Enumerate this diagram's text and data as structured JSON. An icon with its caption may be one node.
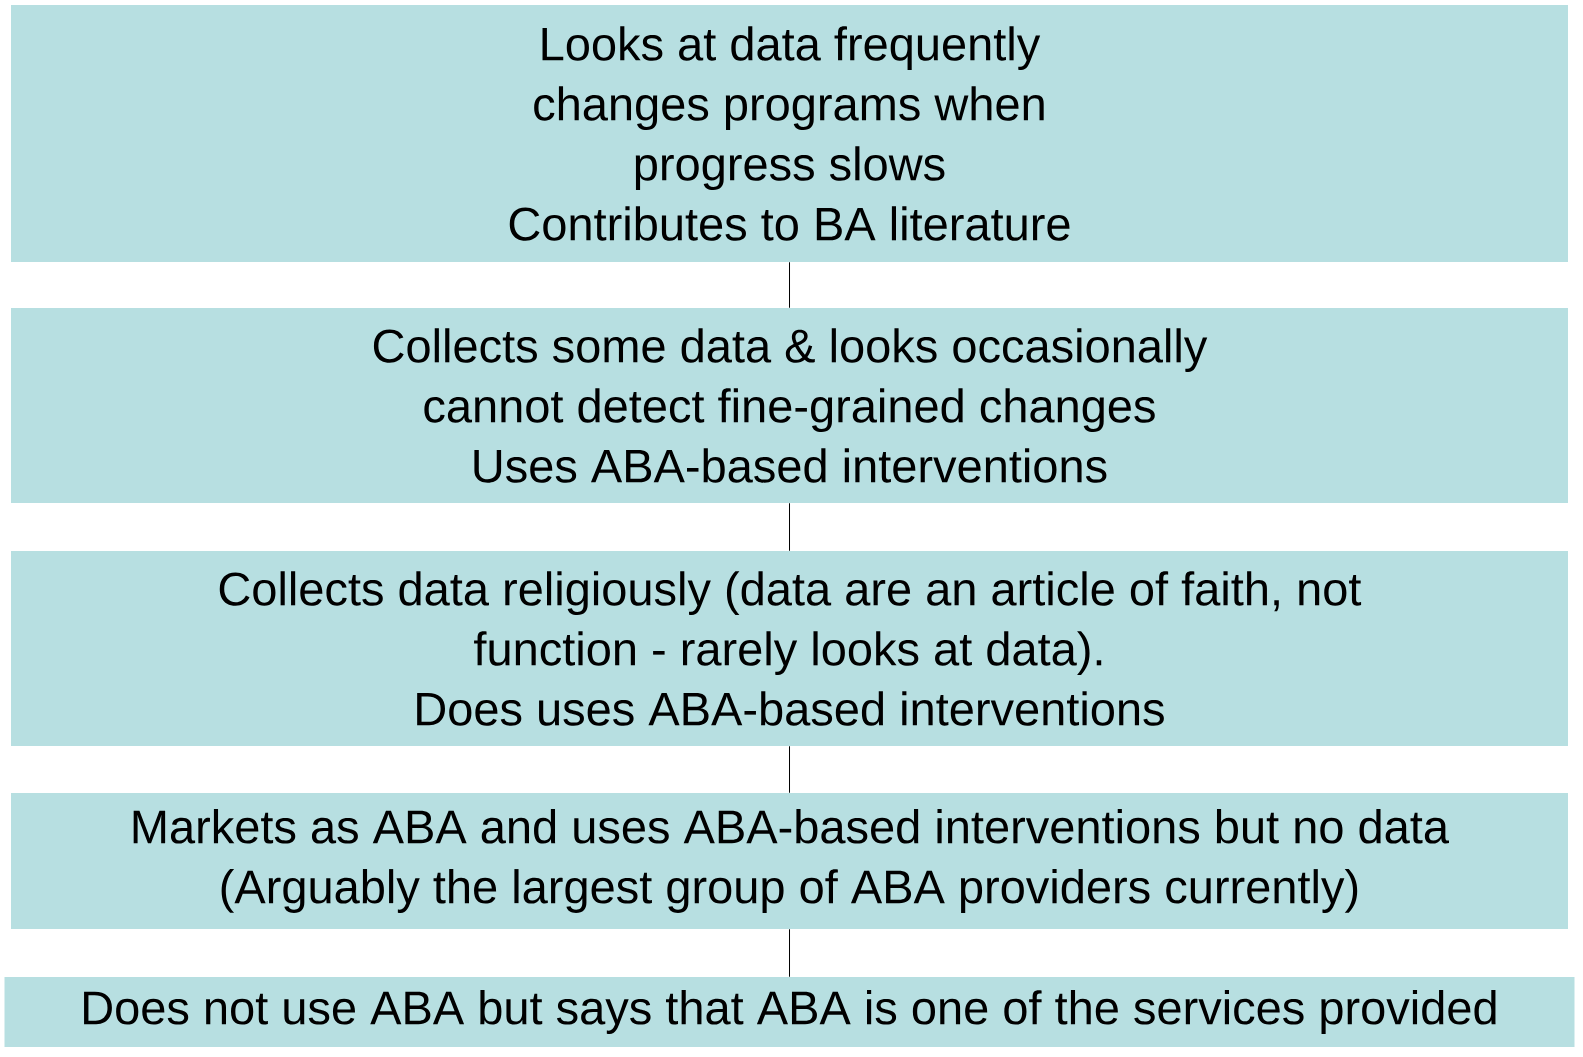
{
  "diagram": {
    "nodes": [
      {
        "text": [
          "Looks at data frequently",
          "changes programs when progress slows",
          "Contributes to BA literature"
        ]
      },
      {
        "text": [
          "Collects some data & looks occasionally",
          "cannot detect fine-grained changes",
          "Uses ABA-based interventions"
        ]
      },
      {
        "text": [
          "Collects data religiously (data are an article of faith, not function - rarely looks at data).",
          "Does uses ABA-based interventions"
        ]
      },
      {
        "text": [
          "Markets as ABA and uses ABA-based interventions but no data",
          "(Arguably the largest group of ABA providers currently)"
        ]
      },
      {
        "text": [
          "Does not use ABA but says that ABA is one of the services provided"
        ]
      }
    ],
    "edges": [
      {
        "from": 0,
        "to": 1,
        "arrow": "none"
      },
      {
        "from": 1,
        "to": 2,
        "arrow": "none"
      },
      {
        "from": 2,
        "to": 3,
        "arrow": "none"
      },
      {
        "from": 3,
        "to": 4,
        "arrow": "none"
      }
    ]
  }
}
